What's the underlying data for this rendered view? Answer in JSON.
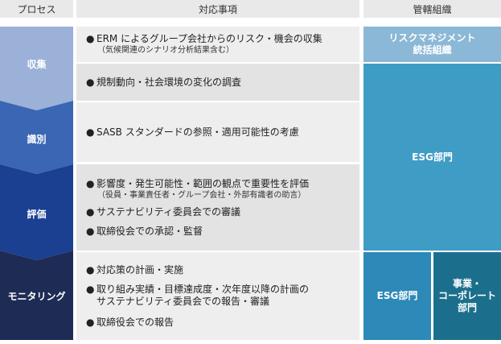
{
  "header": {
    "process": "プロセス",
    "items": "対応事項",
    "org": "管轄組織"
  },
  "colors": {
    "collect": "#9bb1d8",
    "identify": "#3a66b3",
    "evaluate": "#1b3f91",
    "monitor": "#1e2c55",
    "risk_org": "#8bb8d6",
    "esg": "#3f9cc4",
    "esg_small": "#2d89b8",
    "business": "#1b6f8c"
  },
  "processes": [
    {
      "label": "収集"
    },
    {
      "label": "識別"
    },
    {
      "label": "評価"
    },
    {
      "label": "モニタリング"
    }
  ],
  "items": {
    "collect1": "ERM によるグループ会社からのリスク・機会の収集",
    "collect1_sub": "（気候関連のシナリオ分析結果含む）",
    "collect2": "規制動向・社会環境の変化の調査",
    "identify1": "SASB スタンダードの参照・適用可能性の考慮",
    "evaluate1": "影響度・発生可能性・範囲の観点で重要性を評価",
    "evaluate1_sub": "（役員・事業責任者・グループ会社・外部有識者の助言）",
    "evaluate2": "サステナビリティ委員会での審議",
    "evaluate3": "取締役会での承認・監督",
    "monitor1": "対応策の計画・実施",
    "monitor2_line1": "取り組み実績・目標達成度・次年度以降の計画の",
    "monitor2_line2": "サステナビリティ委員会での報告・審議",
    "monitor3": "取締役会での報告"
  },
  "orgs": {
    "risk_line1": "リスクマネジメント",
    "risk_line2": "統括組織",
    "esg": "ESG部門",
    "esg_small": "ESG部門",
    "business_line1": "事業・",
    "business_line2": "コーポレート",
    "business_line3": "部門"
  },
  "bullet": "●"
}
